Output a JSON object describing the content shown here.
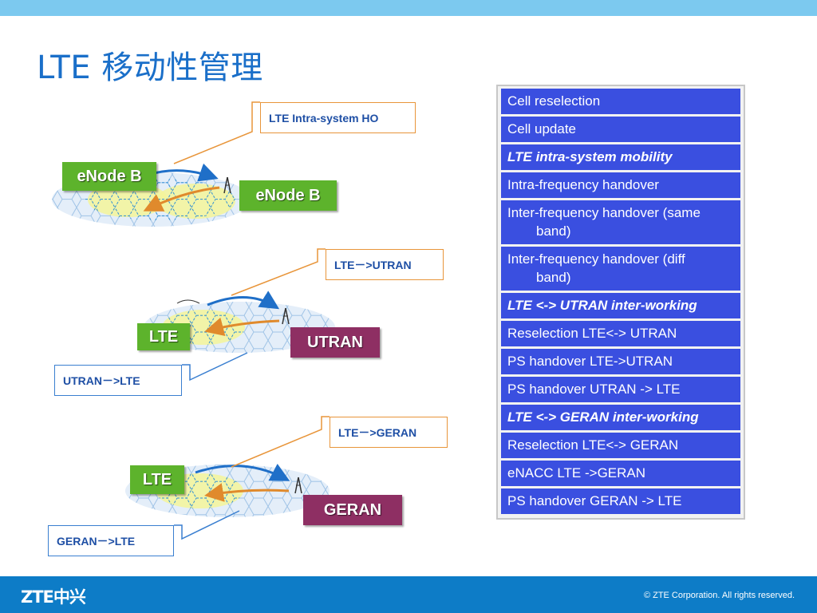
{
  "slide": {
    "title": "LTE 移动性管理",
    "colors": {
      "title": "#1a6fc9",
      "top_band": "#7cc9ef",
      "footer": "#0d7cc7",
      "table_row": "#3a4fe0",
      "tag_green": "#5db32c",
      "tag_purple": "#8e2f63"
    }
  },
  "diagram": {
    "intra": {
      "callout": "LTE Intra-system HO",
      "source": "eNode B",
      "target": "eNode B"
    },
    "utran": {
      "callout_out": "LTE－>UTRAN",
      "callout_in": "UTRAN－>LTE",
      "source": "LTE",
      "target": "UTRAN"
    },
    "geran": {
      "callout_out": "LTE－>GERAN",
      "callout_in": "GERAN－>LTE",
      "source": "LTE",
      "target": "GERAN"
    }
  },
  "table": {
    "rows": [
      {
        "text": "Cell reselection",
        "header": false
      },
      {
        "text": "Cell update",
        "header": false
      },
      {
        "text": "LTE intra-system mobility",
        "header": true
      },
      {
        "text": "Intra-frequency handover",
        "header": false
      },
      {
        "text": "Inter-frequency handover (same",
        "cont": "band)",
        "header": false
      },
      {
        "text": "Inter-frequency handover (diff",
        "cont": "band)",
        "header": false
      },
      {
        "text": "LTE <-> UTRAN inter-working",
        "header": true
      },
      {
        "text": "Reselection LTE<-> UTRAN",
        "header": false
      },
      {
        "text": "PS handover LTE->UTRAN",
        "header": false
      },
      {
        "text": "PS handover UTRAN -> LTE",
        "header": false
      },
      {
        "text": "LTE <-> GERAN inter-working",
        "header": true
      },
      {
        "text": "Reselection LTE<-> GERAN",
        "header": false
      },
      {
        "text": "eNACC LTE ->GERAN",
        "header": false
      },
      {
        "text": "PS handover GERAN -> LTE",
        "header": false
      }
    ]
  },
  "footer": {
    "logo": "ZTE中兴",
    "copyright": "© ZTE Corporation. All rights reserved."
  }
}
